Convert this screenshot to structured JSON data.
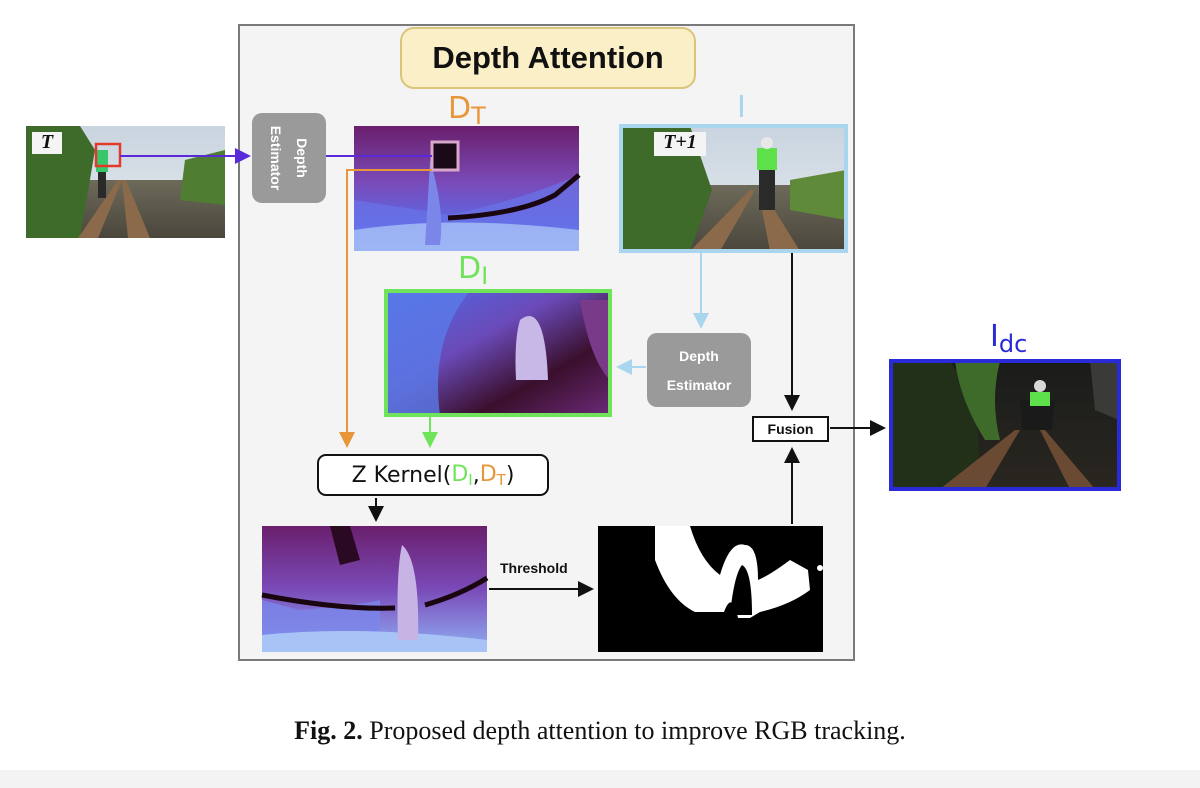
{
  "diagram": {
    "title": "Depth Attention",
    "frame_t_tag": "T",
    "frame_t1_tag": "T+1",
    "estimator_top": {
      "line1": "Depth",
      "line2": "Estimator"
    },
    "estimator_right": {
      "line1": "Depth",
      "line2": "Estimator"
    },
    "label_dt": {
      "main": "D",
      "sub": "T"
    },
    "label_i": "I",
    "label_di": {
      "main": "D",
      "sub": "I"
    },
    "label_idc": {
      "main": "I",
      "sub": "dc"
    },
    "zkernel": {
      "prefix": "Z Kernel(",
      "arg1_main": "D",
      "arg1_sub": "I",
      "comma": ",",
      "arg2_main": "D",
      "arg2_sub": "T",
      "suffix": ")"
    },
    "fusion": "Fusion",
    "threshold": "Threshold"
  },
  "caption": {
    "bold": "Fig. 2.",
    "text": " Proposed depth attention to improve RGB tracking."
  },
  "colors": {
    "orange": "#e8963a",
    "light_blue": "#a9d6ee",
    "green": "#6fe35a",
    "dark_blue": "#2a2ad6",
    "purple_arrow": "#5a2ad8",
    "gray_box": "#9a9a9a"
  }
}
